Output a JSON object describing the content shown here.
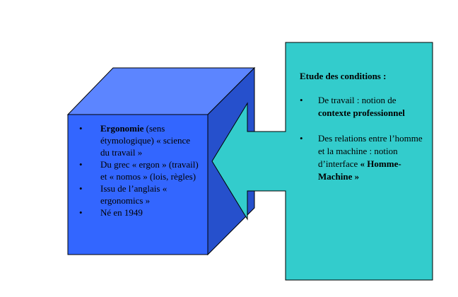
{
  "cube": {
    "colors": {
      "front": "#3366FF",
      "top": "#5C85FF",
      "side": "#2650CC"
    },
    "items": [
      {
        "bold": "Ergonomie",
        "text": " (sens étymologique) « science du travail »"
      },
      {
        "text": "Du grec « ergon » (travail) et « nomos » (lois, règles)"
      },
      {
        "text": "Issu de l’anglais « ergonomics »"
      },
      {
        "text": "Né en 1949"
      }
    ]
  },
  "arrow": {
    "color": "#33CCCC",
    "heading": "Etude des conditions :",
    "items": [
      {
        "text": "De travail : notion de ",
        "bold": "contexte professionnel"
      },
      {
        "text": "Des relations entre l’homme et la machine : notion d’interface ",
        "bold": "« Homme-Machine »"
      }
    ]
  },
  "bullet_char": "•"
}
